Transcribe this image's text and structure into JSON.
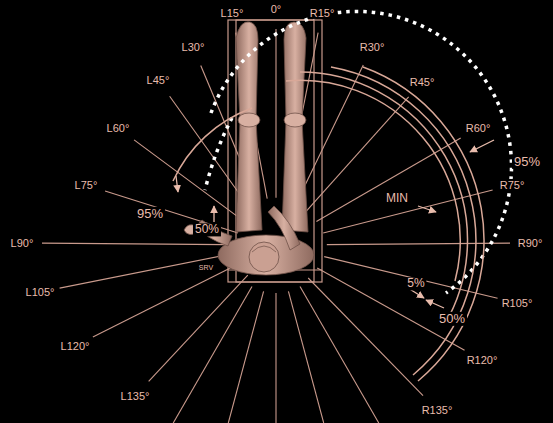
{
  "diagram": {
    "labels": [
      "0°",
      "L15°",
      "R15°",
      "L30°",
      "R30°",
      "L45°",
      "R45°",
      "L60°",
      "R60°",
      "95%",
      "L75°",
      "R75°",
      "MIN",
      "95%",
      "50%",
      "L90°",
      "R90°",
      "SRV",
      "5%",
      "L105°",
      "R105°",
      "50%",
      "L120°",
      "R120°",
      "L135°",
      "R135°"
    ]
  }
}
